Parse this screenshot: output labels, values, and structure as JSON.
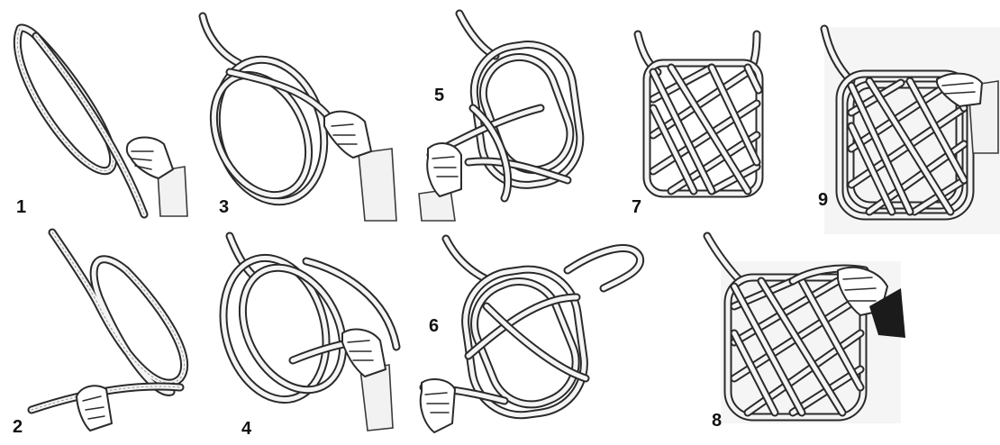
{
  "steps": [
    {
      "id": "step-1",
      "number": "1"
    },
    {
      "id": "step-2",
      "number": "2"
    },
    {
      "id": "step-3",
      "number": "3"
    },
    {
      "id": "step-4",
      "number": "4"
    },
    {
      "id": "step-5",
      "number": "5"
    },
    {
      "id": "step-6",
      "number": "6"
    },
    {
      "id": "step-7",
      "number": "7"
    },
    {
      "id": "step-8",
      "number": "8"
    },
    {
      "id": "step-9",
      "number": "9"
    }
  ],
  "colors": {
    "rope_outline": "#2a2a2a",
    "rope_fill": "#f4f4f4",
    "background": "#ffffff"
  }
}
